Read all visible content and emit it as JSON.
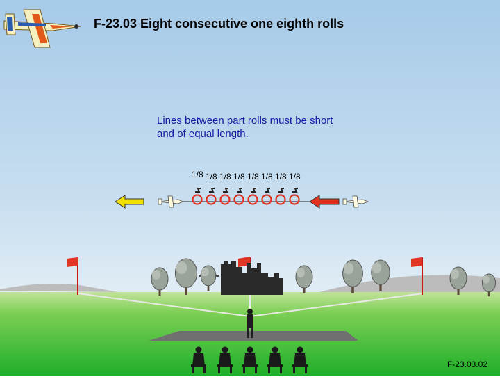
{
  "title": "F-23.03 Eight consecutive one eighth rolls",
  "note_line1": "Lines between part rolls must be short",
  "note_line2": "and of equal length.",
  "roll_labels": [
    "1/8",
    "1/8",
    "1/8",
    "1/8",
    "1/8",
    "1/8",
    "1/8",
    "1/8"
  ],
  "figure_code": "F-23.03.02",
  "colors": {
    "sky_top": "#a9cce9",
    "sky_bottom": "#dce9f3",
    "grass": "#4fbf3a",
    "roll_circle": "#e0301e",
    "entry_arrow": "#e0301e",
    "exit_arrow": "#f2e100",
    "text_blue": "#1a1aa6"
  },
  "icons": [
    "aircraft-logo-icon",
    "aircraft-icon",
    "flag-icon",
    "tree-icon",
    "castle-icon",
    "pilot-icon",
    "judge-icon"
  ]
}
